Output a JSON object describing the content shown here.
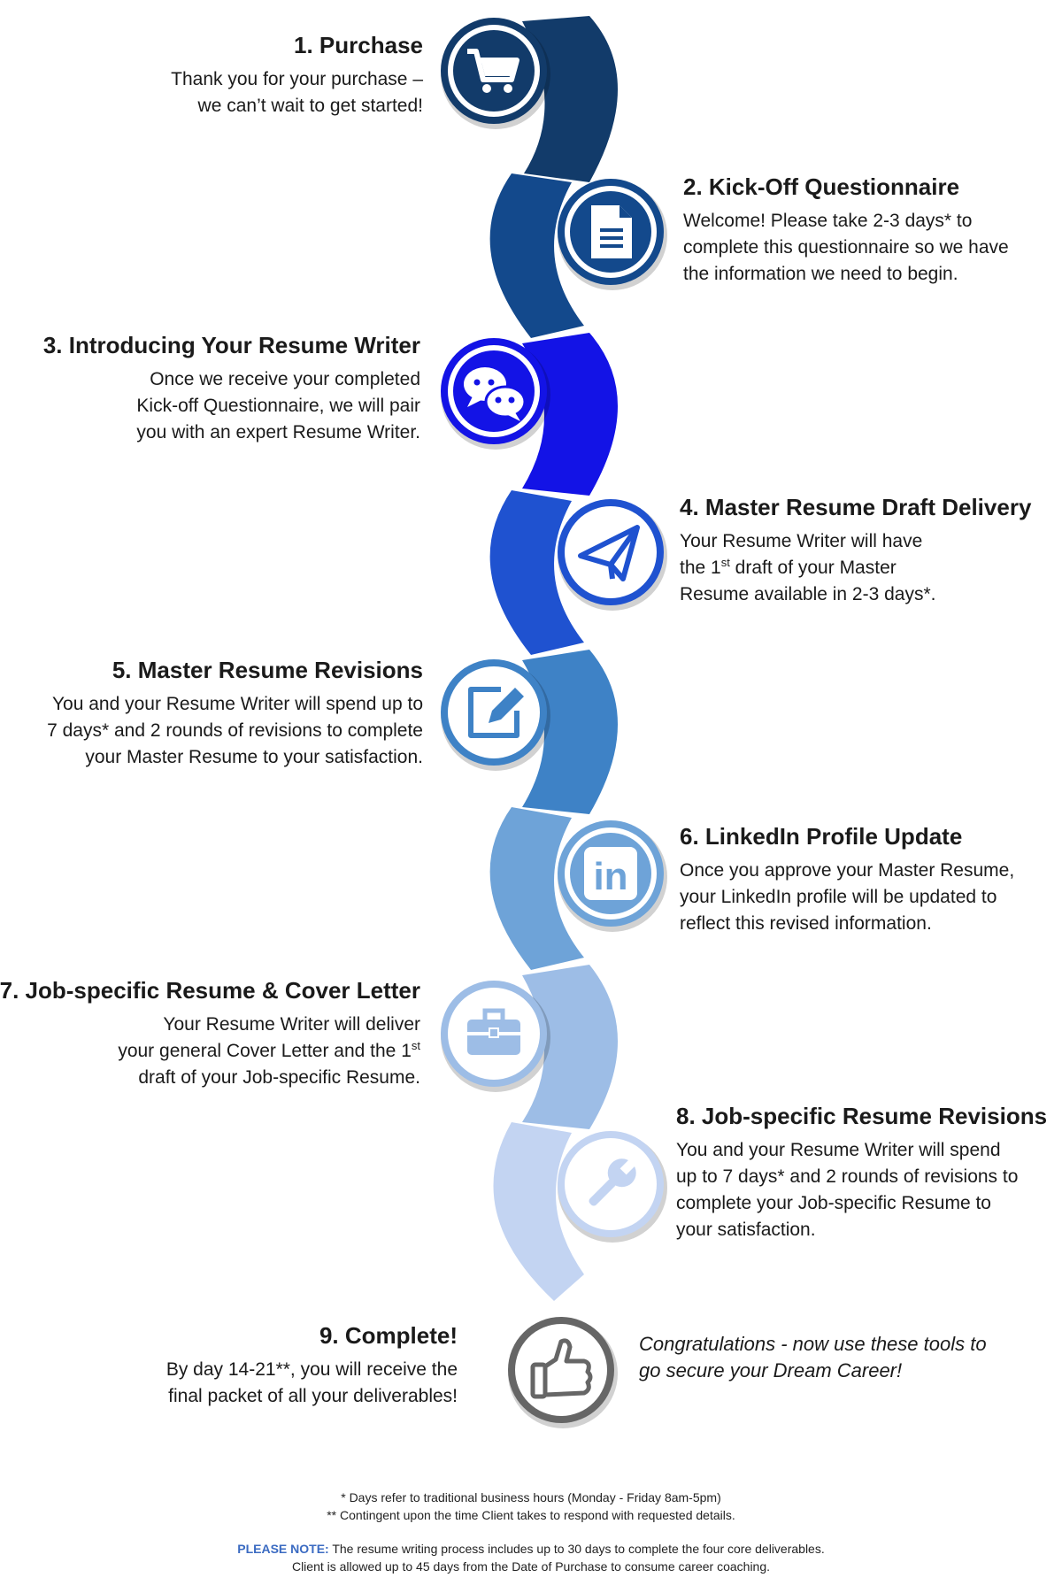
{
  "colors": {
    "step1": "#123b6a",
    "step2": "#13498c",
    "step3": "#1313e6",
    "step4": "#1f52d0",
    "step5": "#3e82c6",
    "step6": "#6ea3d8",
    "step7": "#9dbde6",
    "step8": "#c3d4f2",
    "step9": "#666666",
    "note": "#3b6bc2"
  },
  "steps": [
    {
      "title": "1. Purchase",
      "icon": "cart-icon",
      "lines": [
        "Thank you for your purchase –",
        "we can’t wait to get started!"
      ]
    },
    {
      "title": "2. Kick-Off Questionnaire",
      "icon": "document-icon",
      "lines": [
        "Welcome! Please take 2-3 days* to",
        "complete this questionnaire so we have",
        "the information we need to begin."
      ]
    },
    {
      "title": "3. Introducing Your Resume Writer",
      "icon": "chat-bubbles-icon",
      "lines": [
        "Once we receive your completed",
        "Kick-off Questionnaire, we will pair",
        "you with an expert Resume Writer."
      ]
    },
    {
      "title": "4. Master Resume Draft Delivery",
      "icon": "paper-plane-icon",
      "line1": "Your Resume Writer will  have",
      "line2_pre": "the 1",
      "line2_sup": "st",
      "line2_post": " draft of your Master",
      "line3": "Resume available in 2-3 days*."
    },
    {
      "title": "5. Master Resume Revisions",
      "icon": "edit-icon",
      "lines": [
        "You and your Resume Writer will spend up to",
        "7 days* and 2 rounds of revisions to complete",
        "your Master Resume to your satisfaction."
      ]
    },
    {
      "title": "6. LinkedIn Profile Update",
      "icon": "linkedin-icon",
      "icon_text": "in",
      "lines": [
        "Once you approve your Master Resume,",
        "your LinkedIn profile will be updated to",
        "reflect this revised information."
      ]
    },
    {
      "title": "7. Job-specific Resume & Cover Letter",
      "icon": "briefcase-icon",
      "line1": "Your Resume Writer will deliver",
      "line2_pre": "your general Cover Letter and the 1",
      "line2_sup": "st",
      "line2_post": "",
      "line3": "draft of your Job-specific Resume."
    },
    {
      "title": "8. Job-specific Resume Revisions",
      "icon": "wrench-icon",
      "lines": [
        "You and your Resume Writer will spend",
        "up to 7 days* and 2 rounds of revisions to",
        "complete your Job-specific Resume to",
        "your satisfaction."
      ]
    },
    {
      "title": "9. Complete!",
      "icon": "thumbs-up-icon",
      "lines": [
        "By day 14-21**, you will receive the",
        "final packet of all your deliverables!"
      ]
    }
  ],
  "congrats": [
    "Congratulations - now use these tools to",
    "go secure your Dream Career!"
  ],
  "footer": {
    "note1": "* Days refer to traditional business hours (Monday - Friday 8am-5pm)",
    "note2": "** Contingent upon the time Client takes to respond with requested details.",
    "please_note_label": "PLEASE NOTE:",
    "please_note_text": " The resume writing process includes up to 30 days to complete the four core deliverables.",
    "note4": "Client is allowed up to 45 days from the Date of Purchase to consume career coaching."
  }
}
